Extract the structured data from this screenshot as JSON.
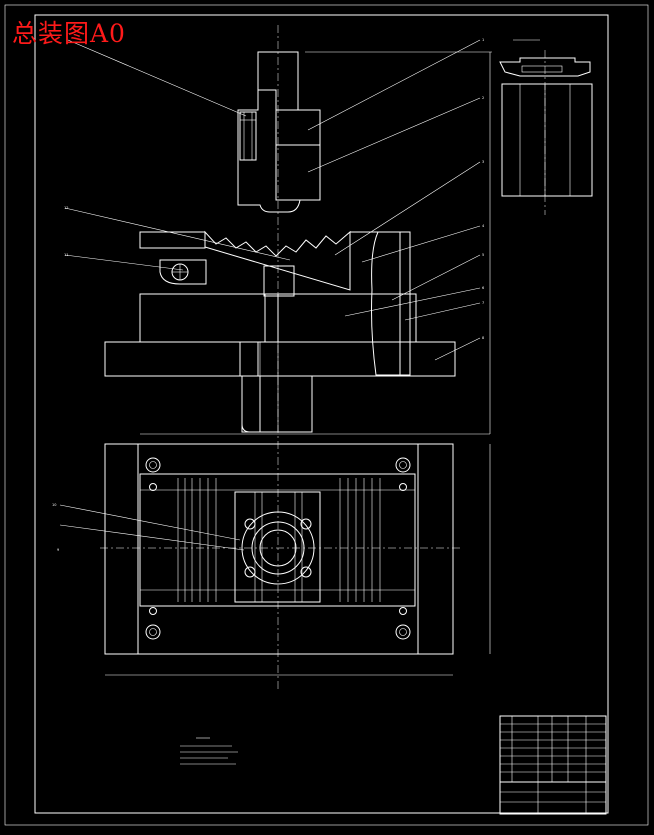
{
  "drawing": {
    "title": "总装图A0",
    "colors": {
      "background": "#000000",
      "lines": "#ffffff",
      "title": "#ff1a1a"
    },
    "balloons": [
      "1",
      "2",
      "3",
      "4",
      "5",
      "6",
      "7",
      "8",
      "9",
      "10",
      "11",
      "12"
    ]
  }
}
